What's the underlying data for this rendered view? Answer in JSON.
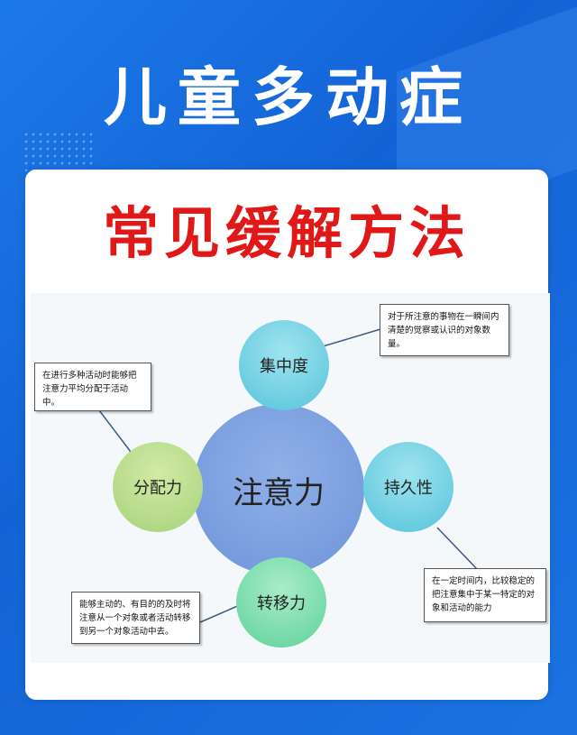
{
  "header": {
    "title": "儿童多动症",
    "subtitle": "常见缓解方法"
  },
  "diagram": {
    "center": "注意力",
    "nodes": {
      "top": "集中度",
      "left": "分配力",
      "right": "持久性",
      "bottom": "转移力"
    },
    "notes": {
      "top": "对于所注意的事物在一瞬间内清楚的觉察或认识的对象数量。",
      "left": "在进行多种活动时能够把注意力平均分配于活动中。",
      "right": "在一定时间内，比较稳定的把注意集中于某一特定的对象和活动的能力",
      "bottom": "能够主动的、有目的的及时将注意从一个对象或者活动转移到另一个对象活动中去。"
    }
  },
  "colors": {
    "background": "#1463d6",
    "subtitle": "#e01818"
  }
}
